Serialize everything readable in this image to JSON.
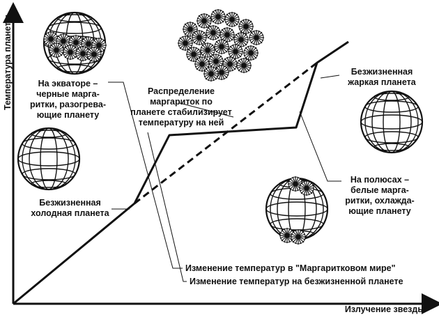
{
  "axes": {
    "y_label": "Температура планеты",
    "x_label": "Излучение звезды"
  },
  "annotations": {
    "equator": "На экваторе –\nчерные марга-\nритки, разогрева-\nющие планету",
    "distribution": "Распределение\nмаргариток по\nпланете стабилизирует\nтемпературу на ней",
    "hot_planet": "Безжизненная\nжаркая планета",
    "poles": "На полюсах –\nбелые марга-\nритки, охлажда-\nющие планету",
    "cold_planet": "Безжизненная\nхолодная планета"
  },
  "legend": {
    "daisyworld": "Изменение температур в \"Маргаритковом мире\"",
    "lifeless": "Изменение температур на безжизненной планете"
  },
  "icons": {
    "equator_globe": "globe-black-daisy-belt",
    "daisy_cluster": "daisy-cluster",
    "cold_globe": "globe-plain",
    "poles_globe": "globe-white-daisy-poles",
    "hot_globe": "globe-plain"
  }
}
